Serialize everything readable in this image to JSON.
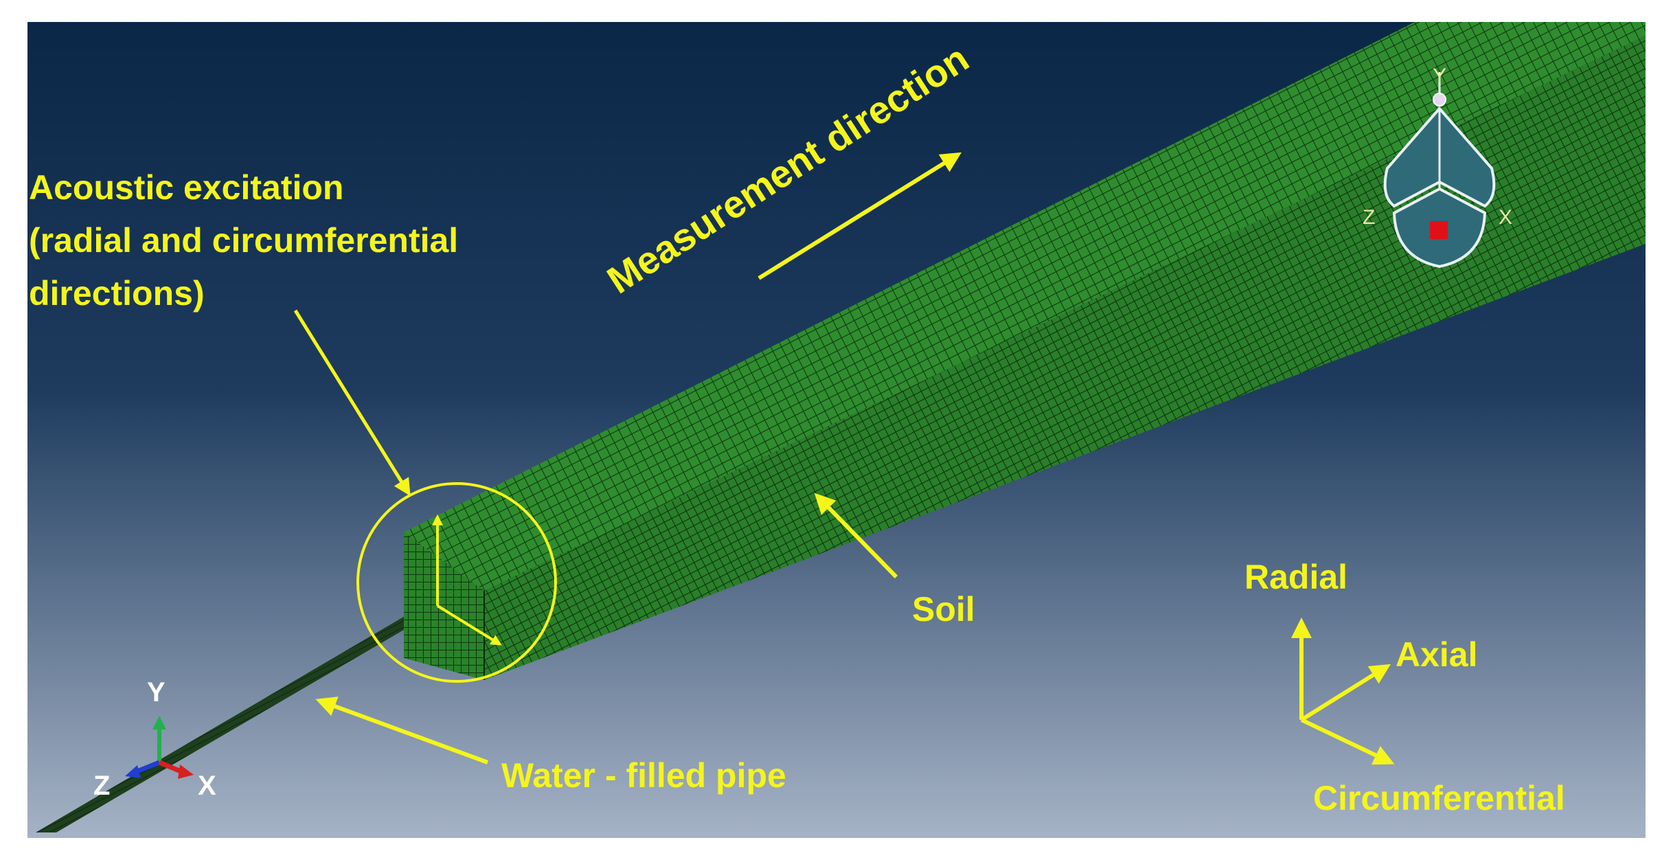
{
  "colors": {
    "bg_top": "#0d2a4a",
    "bg_bottom": "#a3b0c4",
    "mesh": "#2f8a2f",
    "mesh_line": "#103b10",
    "annotation": "#f5f51a",
    "pipe": "#1b3a1b"
  },
  "annotations": {
    "excitation_line1": "Acoustic excitation",
    "excitation_line2": "(radial and circumferential",
    "excitation_line3": "directions)",
    "measurement": "Measurement direction",
    "soil": "Soil",
    "pipe": "Water - filled pipe"
  },
  "local_axes": {
    "radial": "Radial",
    "axial": "Axial",
    "circumferential": "Circumferential"
  },
  "view_cube": {
    "y": "Y",
    "z": "Z",
    "x": "X"
  },
  "global_triad": {
    "y": "Y",
    "z": "Z",
    "x": "X"
  }
}
